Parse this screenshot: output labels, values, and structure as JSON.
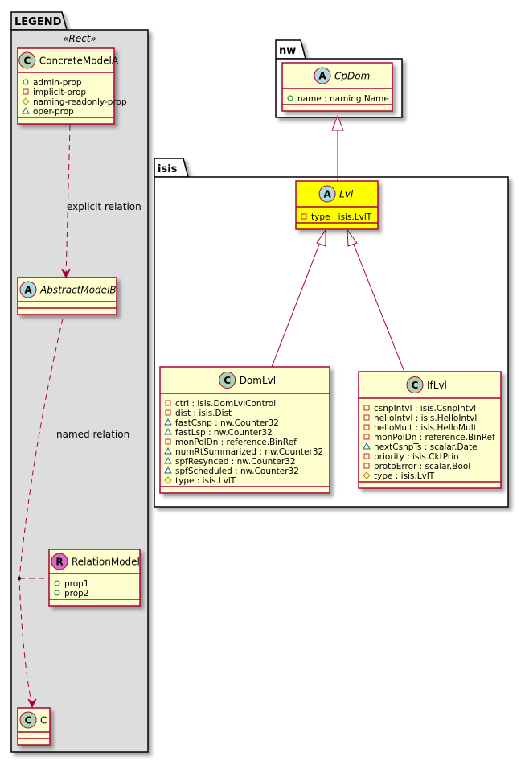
{
  "colors": {
    "class_fill": "#FEFECE",
    "class_border": "#A80036",
    "highlight_fill": "#FFFF00",
    "legend_fill": "#DDDDDD",
    "package_border": "#000000",
    "circle_class": "#ADD1B2",
    "circle_abstract": "#A9DCDF",
    "circle_relation": "#E066CC",
    "vis_public": "#038048",
    "vis_private": "#C82930",
    "vis_protected": "#B38D22",
    "vis_package": "#1963A0"
  },
  "packages": {
    "legend": {
      "name": "LEGEND",
      "stereotype": "«Rect»"
    },
    "nw": {
      "name": "nw"
    },
    "isis": {
      "name": "isis"
    }
  },
  "legend": {
    "concrete": {
      "kind": "C",
      "name": "ConcreteModelA",
      "attributes": [
        {
          "vis": "public",
          "text": "admin-prop"
        },
        {
          "vis": "private",
          "text": "implicit-prop"
        },
        {
          "vis": "protected",
          "text": "naming-readonly-prop"
        },
        {
          "vis": "package",
          "text": "oper-prop"
        }
      ]
    },
    "abstract": {
      "kind": "A",
      "name": "AbstractModelB"
    },
    "relation": {
      "kind": "R",
      "name": "RelationModel",
      "attributes": [
        {
          "vis": "public",
          "text": "prop1"
        },
        {
          "vis": "public",
          "text": "prop2"
        }
      ]
    },
    "c": {
      "kind": "C",
      "name": "C"
    },
    "explicit_label": "explicit relation",
    "named_label": "named relation"
  },
  "classes": {
    "cpdom": {
      "kind": "A",
      "name": "CpDom",
      "attributes": [
        {
          "vis": "public",
          "text": "name : naming.Name"
        }
      ]
    },
    "lvl": {
      "kind": "A",
      "name": "Lvl",
      "attributes": [
        {
          "vis": "private",
          "text": "type : isis.LvlT"
        }
      ]
    },
    "domlvl": {
      "kind": "C",
      "name": "DomLvl",
      "attributes": [
        {
          "vis": "private",
          "text": "ctrl : isis.DomLvlControl"
        },
        {
          "vis": "private",
          "text": "dist : isis.Dist"
        },
        {
          "vis": "package",
          "text": "fastCsnp : nw.Counter32"
        },
        {
          "vis": "package",
          "text": "fastLsp : nw.Counter32"
        },
        {
          "vis": "private",
          "text": "monPolDn : reference.BinRef"
        },
        {
          "vis": "package",
          "text": "numRtSummarized : nw.Counter32"
        },
        {
          "vis": "package",
          "text": "spfResynced : nw.Counter32"
        },
        {
          "vis": "package",
          "text": "spfScheduled : nw.Counter32"
        },
        {
          "vis": "protected",
          "text": "type : isis.LvlT"
        }
      ]
    },
    "iflvl": {
      "kind": "C",
      "name": "IfLvl",
      "attributes": [
        {
          "vis": "private",
          "text": "csnpIntvl : isis.CsnpIntvl"
        },
        {
          "vis": "private",
          "text": "helloIntvl : isis.HelloIntvl"
        },
        {
          "vis": "private",
          "text": "helloMult : isis.HelloMult"
        },
        {
          "vis": "private",
          "text": "monPolDn : reference.BinRef"
        },
        {
          "vis": "package",
          "text": "nextCsnpTs : scalar.Date"
        },
        {
          "vis": "private",
          "text": "priority : isis.CktPrio"
        },
        {
          "vis": "private",
          "text": "protoError : scalar.Bool"
        },
        {
          "vis": "protected",
          "text": "type : isis.LvlT"
        }
      ]
    }
  }
}
